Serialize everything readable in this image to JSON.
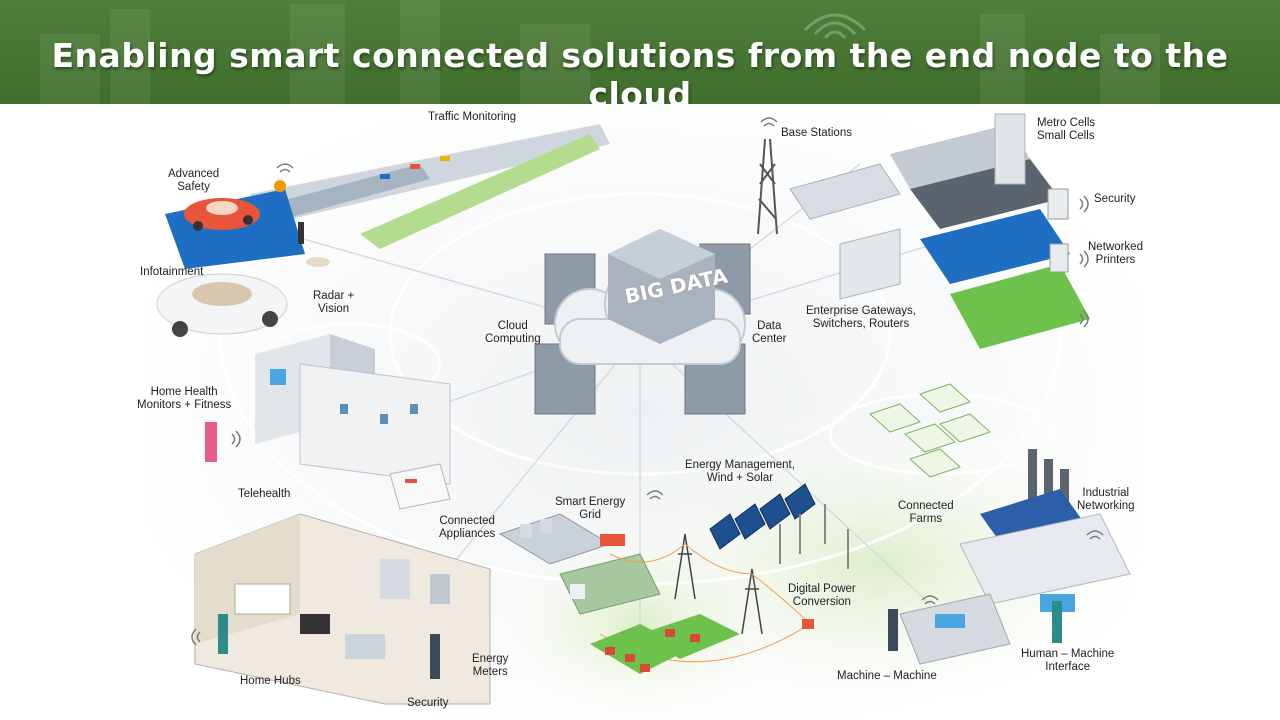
{
  "header": {
    "title": "Enabling smart connected solutions from the end node to the cloud"
  },
  "center": {
    "big_data": "BIG DATA",
    "cloud_computing": "Cloud\nComputing",
    "data_center": "Data\nCenter"
  },
  "labels": {
    "traffic_monitoring": "Traffic Monitoring",
    "advanced_safety": "Advanced\nSafety",
    "infotainment": "Infotainment",
    "radar_vision": "Radar +\nVision",
    "home_health": "Home Health\nMonitors + Fitness",
    "telehealth": "Telehealth",
    "connected_appliances": "Connected\nAppliances",
    "home_hubs": "Home Hubs",
    "security_bottom": "Security",
    "energy_meters": "Energy\nMeters",
    "smart_energy_grid": "Smart Energy\nGrid",
    "energy_management": "Energy Management,\nWind + Solar",
    "digital_power": "Digital Power\nConversion",
    "base_stations": "Base Stations",
    "metro_cells": "Metro Cells\nSmall Cells",
    "security_top": "Security",
    "networked_printers": "Networked\nPrinters",
    "enterprise_gateways": "Enterprise Gateways,\nSwitchers, Routers",
    "connected_farms": "Connected\nFarms",
    "industrial_networking": "Industrial\nNetworking",
    "human_machine": "Human – Machine\nInterface",
    "machine_machine": "Machine – Machine"
  },
  "colors": {
    "banner": "#467833",
    "accent_green": "#6cc24a",
    "accent_blue": "#1e6fc4",
    "server_gray": "#8e9aa6",
    "car_red": "#e8553a"
  }
}
